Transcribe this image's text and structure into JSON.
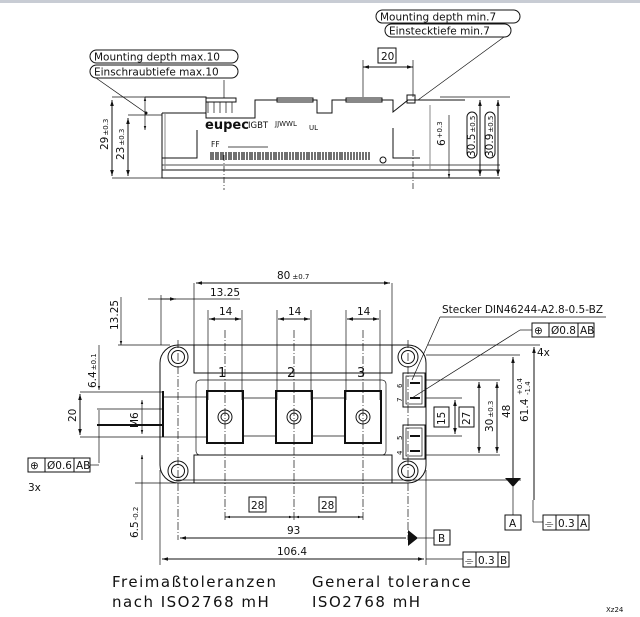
{
  "drawing": {
    "title": "IGBT module dimension drawing",
    "side_view": {
      "notes": {
        "mounting_depth_min": "Mounting depth min.7",
        "einstecktiefe_min": "Einstecktiefe min.7",
        "mounting_depth_max": "Mounting depth max.10",
        "einschraubtiefe_max": "Einschraubtiefe max.10"
      },
      "label_brand": "eupec",
      "label_type": "IGBT",
      "label_date": "JJWWL",
      "label_ul": "UL",
      "label_ff": "FF",
      "dims": {
        "pitch_20": "20",
        "height_29": "29",
        "height_29_tol": "±0.3",
        "height_23": "23",
        "height_23_tol": "±0.3",
        "height_6": "6",
        "height_6_tol": "+0.3",
        "height_30_5": "30.5",
        "height_30_5_tol": "±0.5",
        "height_30_9": "30.9",
        "height_30_9_tol": "±0.5"
      }
    },
    "top_view": {
      "terminal_labels": [
        "1",
        "2",
        "3"
      ],
      "aux_pins": [
        "6",
        "7",
        "5",
        "4"
      ],
      "connector_note": "Stecker DIN46244-A2.8-0.5-BZ",
      "dims": {
        "width_80": "80",
        "width_80_tol": "±0.7",
        "offset_13_25_h": "13.25",
        "offset_13_25_v": "13.25",
        "terminal_w": [
          "14",
          "14",
          "14"
        ],
        "pitch_28_a": "28",
        "pitch_28_b": "28",
        "hole_spacing_93": "93",
        "length_106_4": "106.4",
        "height_6_4": "6.4",
        "height_6_4_tol": "±0.1",
        "height_20": "20",
        "thread": "M6",
        "height_6_5": "6.5",
        "height_6_5_tol": "-0.2",
        "pin_15": "15",
        "pin_27": "27",
        "pin_30": "30",
        "pin_30_tol": "±0.3",
        "pin_48": "48",
        "height_61_4": "61.4",
        "height_61_4_tol_plus": "+0.4",
        "height_61_4_tol_minus": "-1.4",
        "count_4x": "4x",
        "count_3x": "3x"
      },
      "tolerance_frames": {
        "position_08": {
          "symbol": "⊕",
          "value": "Ø0.8",
          "datum": "AB"
        },
        "position_06": {
          "symbol": "⊕",
          "value": "Ø0.6",
          "datum": "AB"
        },
        "symmetry_A": {
          "symbol": "⌯",
          "value": "0.3",
          "datum": "A"
        },
        "symmetry_B": {
          "symbol": "⌯",
          "value": "0.3",
          "datum": "B"
        }
      },
      "datums": {
        "a": "A",
        "b": "B"
      }
    },
    "footer": {
      "de_line1": "Freimaßtoleranzen",
      "de_line2": "nach ISO2768 mH",
      "en_line1": "General tolerance",
      "en_line2": "ISO2768 mH",
      "code": "Xz24"
    }
  }
}
